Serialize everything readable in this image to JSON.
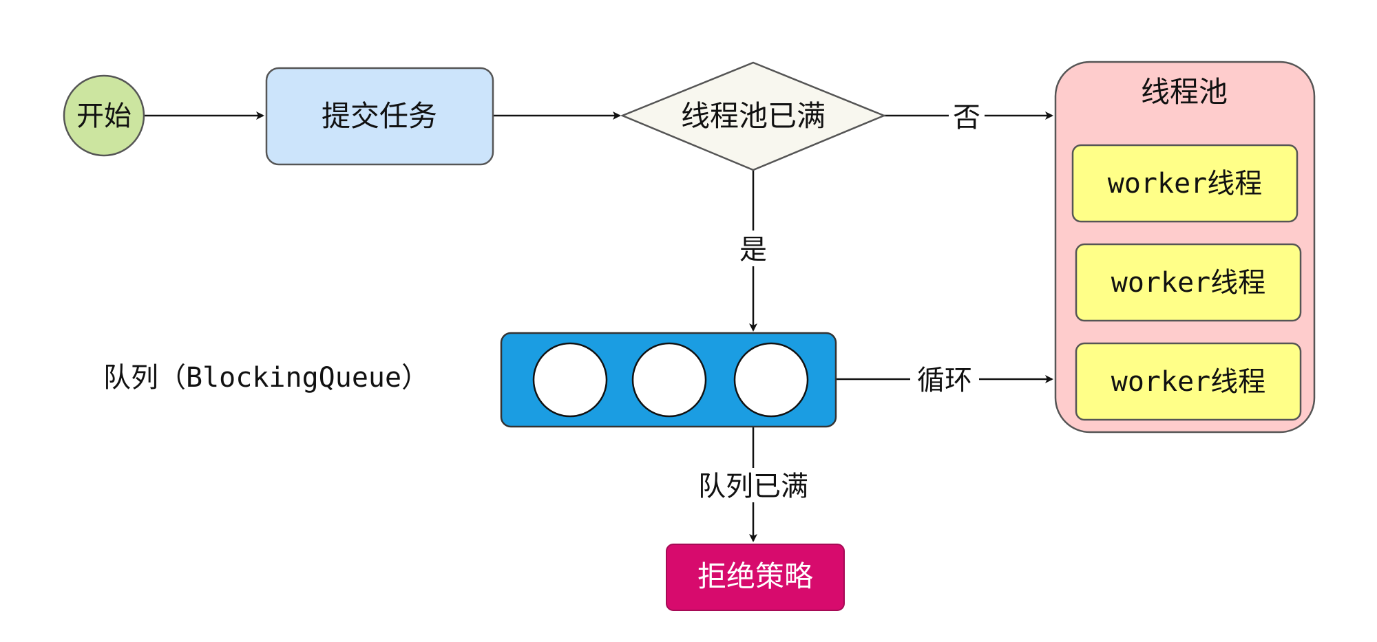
{
  "nodes": {
    "start": "开始",
    "submit_task": "提交任务",
    "pool_full_decision": "线程池已满",
    "thread_pool": {
      "title": "线程池",
      "workers": [
        "worker线程",
        "worker线程",
        "worker线程"
      ]
    },
    "queue_label": "队列（BlockingQueue）",
    "reject_policy": "拒绝策略"
  },
  "edges": {
    "no": "否",
    "yes": "是",
    "loop": "循环",
    "queue_full": "队列已满"
  },
  "colors": {
    "start_fill": "#cce5a0",
    "submit_fill": "#cce4fb",
    "decision_fill": "#f8f7ef",
    "pool_fill": "#fecccc",
    "worker_fill": "#ffff88",
    "queue_fill": "#1b9de2",
    "reject_fill": "#d70b6d"
  }
}
